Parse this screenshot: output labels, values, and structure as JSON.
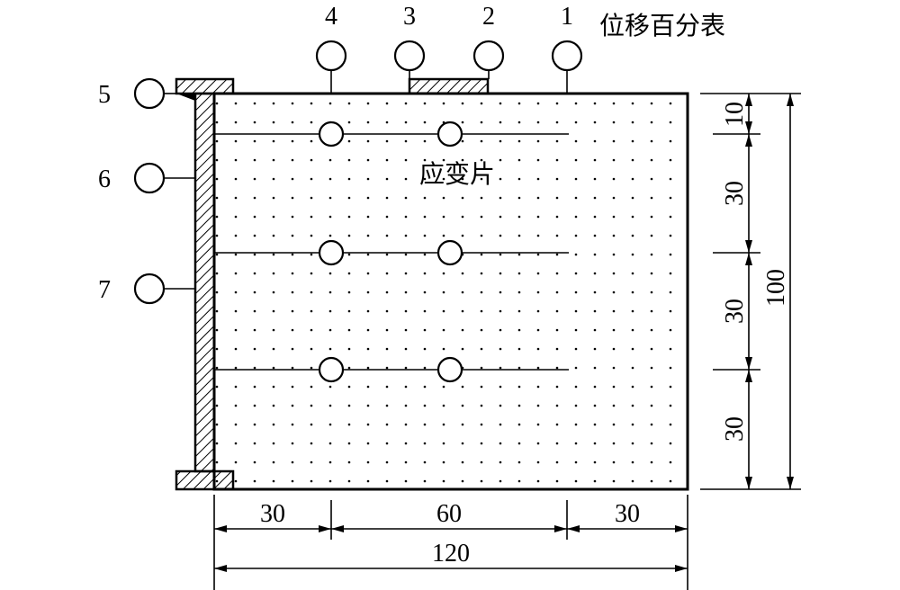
{
  "labels": {
    "dial_gauges_caption": "位移百分表",
    "strain_gauges_caption": "应变片",
    "gauge_1": "1",
    "gauge_2": "2",
    "gauge_3": "3",
    "gauge_4": "4",
    "gauge_5": "5",
    "gauge_6": "6",
    "gauge_7": "7"
  },
  "dimensions": {
    "bottom_left": "30",
    "bottom_middle": "60",
    "bottom_right": "30",
    "bottom_total": "120",
    "right_top": "10",
    "right_second": "30",
    "right_third": "30",
    "right_fourth": "30",
    "right_total": "100"
  },
  "colors": {
    "line": "#000000",
    "background": "#ffffff"
  }
}
